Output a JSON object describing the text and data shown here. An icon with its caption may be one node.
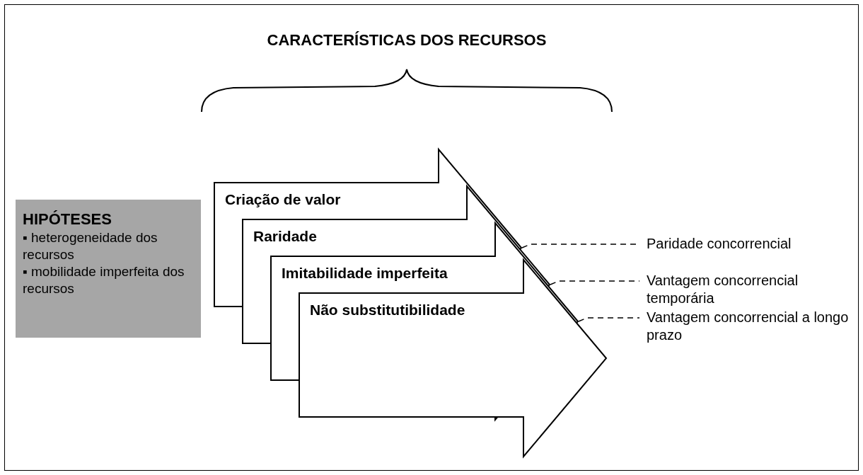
{
  "diagram": {
    "title": "CARACTERÍSTICAS DOS RECURSOS",
    "nodes": [
      {
        "text": [
          "HIPÓTESES",
          "▪ heterogeneidade dos recursos",
          "▪ mobilidade imperfeita dos recursos"
        ]
      },
      {
        "text": [
          "Criação de valor"
        ]
      },
      {
        "text": [
          "Raridade"
        ]
      },
      {
        "text": [
          "Imitabilidade imperfeita"
        ]
      },
      {
        "text": [
          "Não substitutibilidade"
        ]
      },
      {
        "text": [
          "Paridade concorrencial"
        ]
      },
      {
        "text": [
          "Vantagem concorrencial temporária"
        ]
      },
      {
        "text": [
          "Vantagem concorrencial a longo prazo"
        ]
      }
    ],
    "edges": [
      {
        "from": 1,
        "to": 5,
        "arrow": "none",
        "style": "dashed"
      },
      {
        "from": 2,
        "to": 6,
        "arrow": "none",
        "style": "dashed"
      },
      {
        "from": 3,
        "to": 7,
        "arrow": "none",
        "style": "dashed"
      }
    ]
  }
}
